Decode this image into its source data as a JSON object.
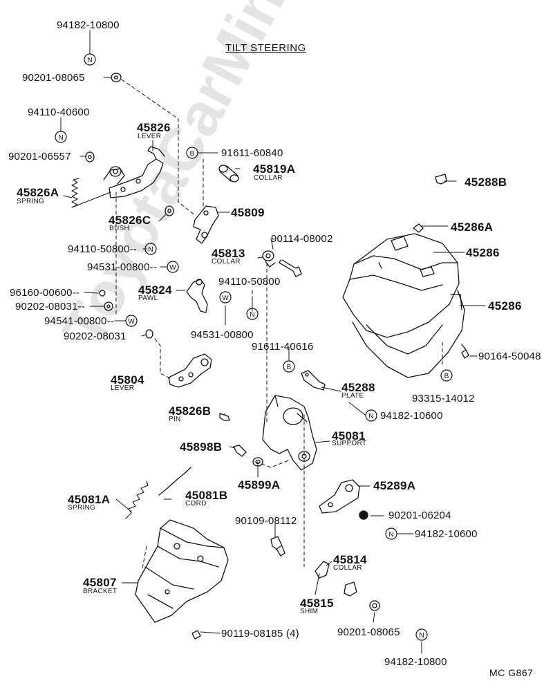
{
  "title": "TILT STEERING",
  "reference": "MC G867",
  "watermark": "ToyotaCarMine.ru",
  "symbols": {
    "n": "N",
    "b": "B",
    "w": "W"
  },
  "parts": {
    "p94182_10800_top": "94182-10800",
    "p90201_08065_top": "90201-08065",
    "p94110_40600": "94110-40600",
    "p90201_06557": "90201-06557",
    "p45826": "45826",
    "p45826_sub": "LEVER",
    "p45826A": "45826A",
    "p45826A_sub": "SPRING",
    "p91611_60840": "91611-60840",
    "p45819A": "45819A",
    "p45819A_sub": "COLLAR",
    "p45809": "45809",
    "p45826C": "45826C",
    "p45826C_sub": "BUSH",
    "p94110_50800_left": "94110-50800--",
    "p94531_00800_left": "94531-00800--",
    "p96160_00600": "96160-00600--",
    "p90202_08031_a": "90202-08031--",
    "p94541_00800": "94541-00800--",
    "p90202_08031_b": "90202-08031",
    "p45824": "45824",
    "p45824_sub": "PAWL",
    "p45813": "45813",
    "p45813_sub": "COLLAR",
    "p90114_08002": "90114-08002",
    "p94110_50800_mid": "94110-50800",
    "p94531_00800_mid": "94531-00800",
    "p45288B": "45288B",
    "p45286A": "45286A",
    "p45286_a": "45286",
    "p45286_b": "45286",
    "p90164_50048": "90164-50048",
    "p93315_14012": "93315-14012",
    "p91611_40616": "91611-40616",
    "p45288": "45288",
    "p45288_sub": "PLATE",
    "p94182_10600_a": "94182-10600",
    "p45804": "45804",
    "p45804_sub": "LEVER",
    "p45826B": "45826B",
    "p45826B_sub": "PIN",
    "p45081": "45081",
    "p45081_sub": "SUPPORT",
    "p45898B": "45898B",
    "p45899A": "45899A",
    "p45081A": "45081A",
    "p45081A_sub": "SPRING",
    "p45081B": "45081B",
    "p45081B_sub": "CORD",
    "p45289A": "45289A",
    "p90201_06204": "90201-06204",
    "p94182_10600_b": "94182-10600",
    "p90109_08112": "90109-08112",
    "p45814": "45814",
    "p45814_sub": "COLLAR",
    "p45807": "45807",
    "p45807_sub": "BRACKET",
    "p45815": "45815",
    "p45815_sub": "SHIM",
    "p90201_08065_bot": "90201-08065",
    "p90119_08185": "90119-08185 (4)",
    "p94182_10800_bot": "94182-10800"
  }
}
